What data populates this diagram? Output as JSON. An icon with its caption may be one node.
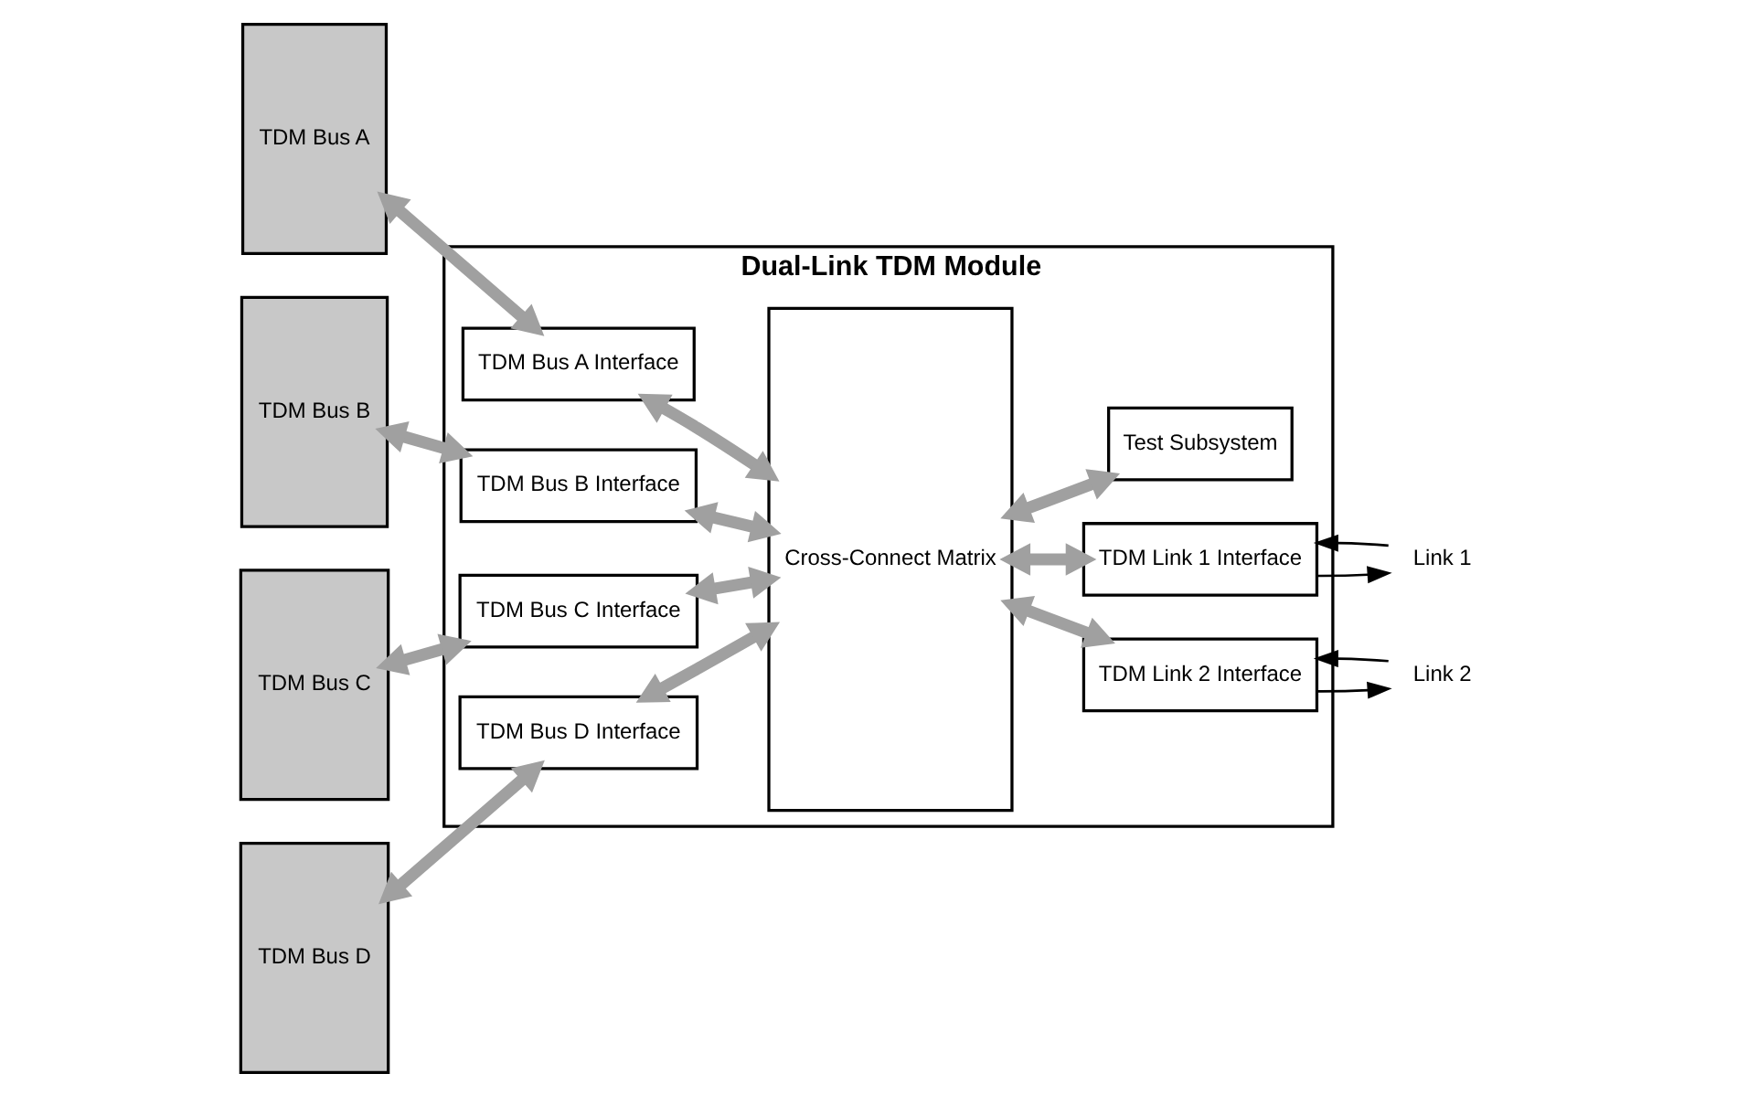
{
  "diagram": {
    "nodes": [
      {
        "text": [
          "Dual-Link TDM Module"
        ]
      },
      {
        "text": [
          "TDM Bus A Interface"
        ],
        "in": 0
      },
      {
        "text": [
          "TDM Bus B Interface"
        ],
        "in": 0
      },
      {
        "text": [
          "TDM Bus C Interface"
        ],
        "in": 0
      },
      {
        "text": [
          "TDM Bus D Interface"
        ],
        "in": 0
      },
      {
        "text": [
          "Cross-Connect Matrix"
        ],
        "in": 0
      },
      {
        "text": [
          "TDM Link 1 Interface"
        ],
        "in": 0
      },
      {
        "text": [
          "TDM Link 2 Interface"
        ],
        "in": 0
      },
      {
        "text": [
          "Test Subsystem"
        ],
        "in": 0
      },
      {
        "text": [
          "TDM Bus A"
        ]
      },
      {
        "text": [
          "TDM Bus B"
        ]
      },
      {
        "text": [
          "TDM Bus C"
        ]
      },
      {
        "text": [
          "TDM Bus D"
        ]
      },
      {
        "text": [
          "Link 1"
        ]
      },
      {
        "text": [
          "Link 2"
        ]
      }
    ],
    "edges": [
      {
        "from": 9,
        "to": 1,
        "arrow": "both"
      },
      {
        "from": 10,
        "to": 2,
        "arrow": "both"
      },
      {
        "from": 11,
        "to": 3,
        "arrow": "both"
      },
      {
        "from": 12,
        "to": 4,
        "arrow": "both"
      },
      {
        "from": 1,
        "to": 5,
        "arrow": "both"
      },
      {
        "from": 2,
        "to": 5,
        "arrow": "both"
      },
      {
        "from": 3,
        "to": 5,
        "arrow": "both"
      },
      {
        "from": 4,
        "to": 5,
        "arrow": "both"
      },
      {
        "from": 5,
        "to": 6,
        "arrow": "both"
      },
      {
        "from": 5,
        "to": 7,
        "arrow": "both"
      },
      {
        "from": 5,
        "to": 8,
        "arrow": "both"
      },
      {
        "from": 6,
        "to": 13,
        "arrow": "to",
        "color": "#000000"
      },
      {
        "from": 13,
        "to": 6,
        "arrow": "to",
        "color": "#000000"
      },
      {
        "from": 7,
        "to": 14,
        "arrow": "to",
        "color": "#000000"
      },
      {
        "from": 14,
        "to": 7,
        "arrow": "to",
        "color": "#000000"
      }
    ]
  }
}
